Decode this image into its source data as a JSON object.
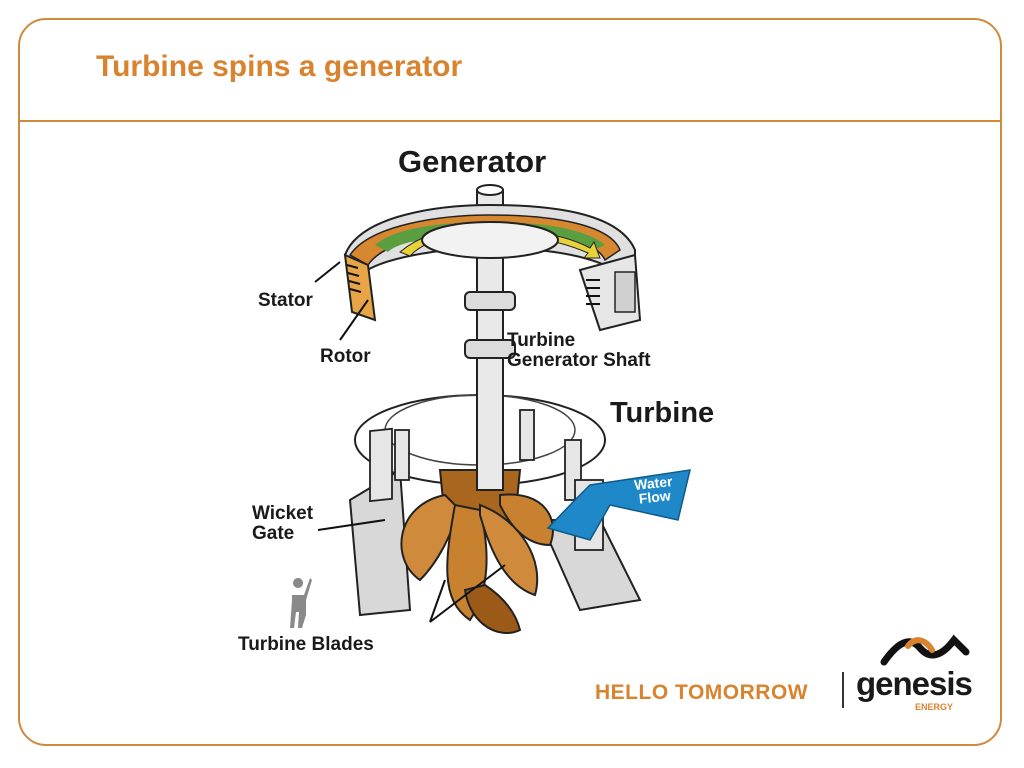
{
  "slide": {
    "title": "Turbine spins a generator"
  },
  "diagram": {
    "labels": {
      "generator": "Generator",
      "turbine": "Turbine",
      "stator": "Stator",
      "rotor": "Rotor",
      "shaft_line1": "Turbine",
      "shaft_line2": "Generator Shaft",
      "wicket_line1": "Wicket",
      "wicket_line2": "Gate",
      "water_line1": "Water",
      "water_line2": "Flow",
      "blades": "Turbine Blades"
    }
  },
  "branding": {
    "tagline": "HELLO TOMORROW",
    "company": "genesis",
    "company_sub": "ENERGY",
    "accent_color": "#d9832f"
  }
}
